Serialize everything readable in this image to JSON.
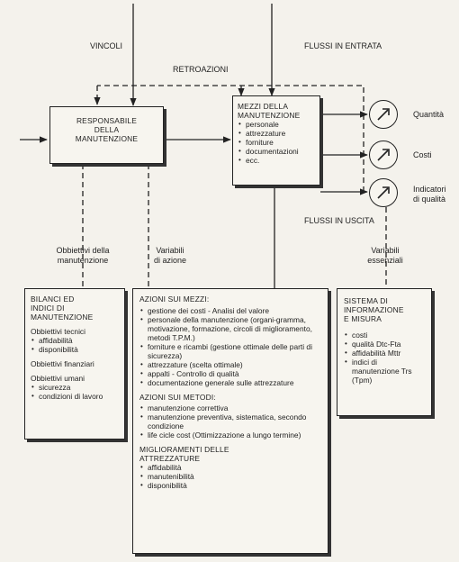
{
  "labels": {
    "vincoli": "VINCOLI",
    "flussi_entrata": "FLUSSI IN ENTRATA",
    "retroazioni": "RETROAZIONI",
    "flussi_uscita": "FLUSSI IN USCITA",
    "obbiettivi": [
      "Obbiettivi della",
      "manutenzione"
    ],
    "variabili_azione": [
      "Variabili",
      "di azione"
    ],
    "variabili_essenziali": [
      "Variabili",
      "essenziali"
    ]
  },
  "responsabile": {
    "title": [
      "RESPONSABILE",
      "DELLA",
      "MANUTENZIONE"
    ]
  },
  "mezzi": {
    "title": [
      "MEZZI DELLA",
      "MANUTENZIONE"
    ],
    "items": [
      "personale",
      "attrezzature",
      "forniture",
      "documentazioni",
      "ecc."
    ]
  },
  "gauges": [
    {
      "icon": "gauge-icon",
      "label": [
        "Quantità"
      ]
    },
    {
      "icon": "gauge-icon",
      "label": [
        "Costi"
      ]
    },
    {
      "icon": "gauge-icon",
      "label": [
        "Indicatori",
        "di qualità"
      ]
    }
  ],
  "bilanci": {
    "title": [
      "BILANCI ED",
      "INDICI DI",
      "MANUTENZIONE"
    ],
    "tecnici": "Obbiettivi tecnici",
    "tecnici_items": [
      "affidabilità",
      "disponibilità"
    ],
    "finanziari": "Obbiettivi finanziari",
    "umani": "Obbiettivi umani",
    "umani_items": [
      "sicurezza",
      "condizioni di lavoro"
    ]
  },
  "azioni": {
    "mezzi_title": "AZIONI SUI MEZZI:",
    "mezzi_items": [
      "gestione dei costi - Analisi del valore",
      "personale della manutenzione (organi-gramma, motivazione, formazione, circoli di miglioramento, metodi T.P.M.)",
      "forniture e ricambi (gestione ottimale delle parti di sicurezza)",
      "attrezzature (scelta ottimale)",
      "appalti - Controllo di qualità",
      "documentazione generale sulle attrezzature"
    ],
    "metodi_title": "AZIONI SUI METODI:",
    "metodi_items": [
      "manutenzione correttiva",
      "manutenzione preventiva, sistematica, secondo condizione",
      "life cicle cost (Ottimizzazione a lungo termine)"
    ],
    "miglioramenti_title": [
      "MIGLIORAMENTI DELLE",
      "ATTREZZATURE"
    ],
    "miglioramenti_items": [
      "affidabilità",
      "manutenibilità",
      "disponibilità"
    ]
  },
  "sistema": {
    "title": [
      "SISTEMA DI",
      "INFORMAZIONE",
      "E MISURA"
    ],
    "items": [
      "costi",
      "qualità Dtc-Fta",
      "affidabilità Mttr",
      "indici di manutenzione Trs (Tpm)"
    ]
  }
}
